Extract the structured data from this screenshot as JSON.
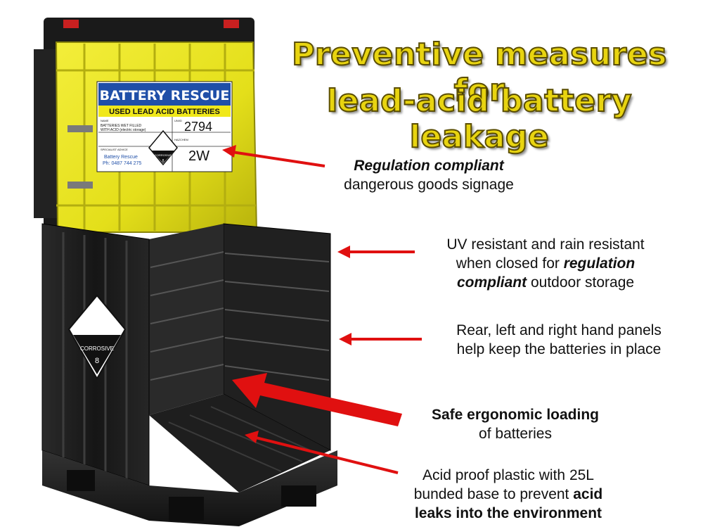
{
  "title": {
    "line1": "Preventive measures for",
    "line2": "lead-acid battery leakage"
  },
  "lid_label": {
    "banner": "BATTERY RESCUE",
    "subbanner": "USED LEAD ACID BATTERIES",
    "name_caption": "NAME",
    "name_text1": "BATTERIES WET FILLED",
    "name_text2": "WITH ACID (electric storage)",
    "un_caption": "UN/ID",
    "un_number": "2794",
    "hazchem_caption": "HAZCHEM",
    "hazchem_code": "2W",
    "advice_caption": "SPECIALIST ADVICE",
    "advice_name": "Battery Rescue",
    "advice_phone": "Ph: 0487 744 275",
    "diamond_text": "CORROSIVE",
    "diamond_class": "8"
  },
  "side_diamond": {
    "text": "CORROSIVE",
    "class": "8"
  },
  "annotations": {
    "signage": {
      "bold_italic": "Regulation compliant",
      "line2": "dangerous goods signage"
    },
    "uv": {
      "line1": "UV resistant and rain resistant",
      "line2_pre": "when closed for ",
      "line2_bold": "regulation",
      "line3_bold": "compliant",
      "line3_post": " outdoor storage"
    },
    "panels": {
      "line1": "Rear, left and right hand panels",
      "line2": "help keep the batteries in place"
    },
    "loading": {
      "bold": "Safe ergonomic loading",
      "line2": "of batteries"
    },
    "acid": {
      "line1": "Acid proof plastic with 25L",
      "line2_pre": "bunded base to prevent ",
      "line2_bold": "acid",
      "line3_bold": "leaks into the environment"
    }
  },
  "colors": {
    "lid_yellow": "#e6e21e",
    "crate_black": "#1c1c1c",
    "arrow_red": "#e01010",
    "title_yellow": "#e8d410",
    "label_blue": "#1f4fa8"
  }
}
